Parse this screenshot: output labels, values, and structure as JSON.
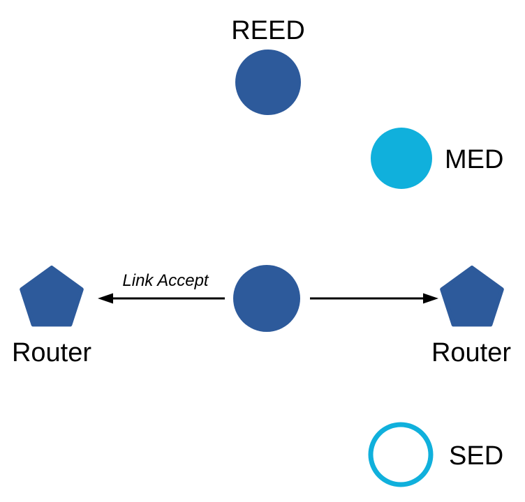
{
  "figure": {
    "type": "network-topology-diagram",
    "background": "#ffffff",
    "colors": {
      "node_blue": "#2d5a9b",
      "node_cyan": "#10b0dc",
      "text": "#000000",
      "arrow": "#000000",
      "outline_inner": "#ffffff"
    },
    "nodes": {
      "reed": {
        "label": "REED",
        "shape": "circle",
        "fill_style": "solid-blue"
      },
      "med": {
        "label": "MED",
        "shape": "circle",
        "fill_style": "solid-cyan"
      },
      "center": {
        "label": "",
        "shape": "circle",
        "fill_style": "solid-blue"
      },
      "router_left": {
        "label": "Router",
        "shape": "pentagon",
        "fill_style": "solid-blue"
      },
      "router_right": {
        "label": "Router",
        "shape": "pentagon",
        "fill_style": "solid-blue"
      },
      "sed": {
        "label": "SED",
        "shape": "circle-outline",
        "fill_style": "cyan-outline"
      }
    },
    "edges": [
      {
        "from": "center",
        "to": "router_left",
        "label": "Link Accept",
        "direction": "left"
      },
      {
        "from": "center",
        "to": "router_right",
        "label": "",
        "direction": "right"
      }
    ]
  }
}
